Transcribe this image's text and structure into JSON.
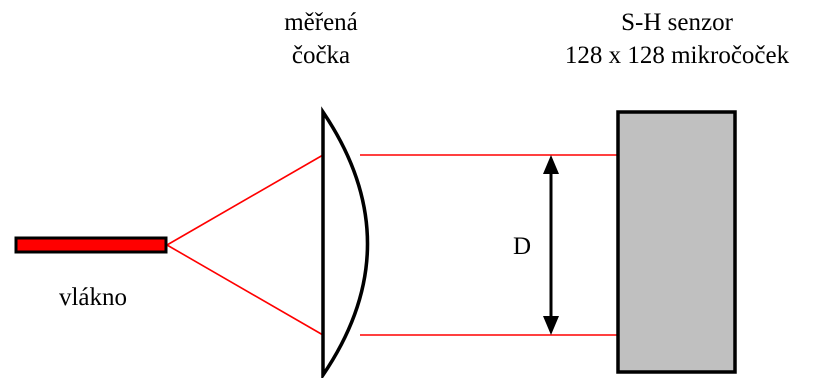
{
  "labels": {
    "lens_line1": "měřená",
    "lens_line2": "čočka",
    "sensor_line1": "S-H senzor",
    "sensor_line2": "128 x 128 mikročoček",
    "fiber": "vlákno",
    "diameter": "D"
  },
  "colors": {
    "beam": "#ff0000",
    "fiber_fill": "#ff0000",
    "outline": "#000000",
    "sensor_fill": "#c0c0c0",
    "background": "#ffffff"
  }
}
